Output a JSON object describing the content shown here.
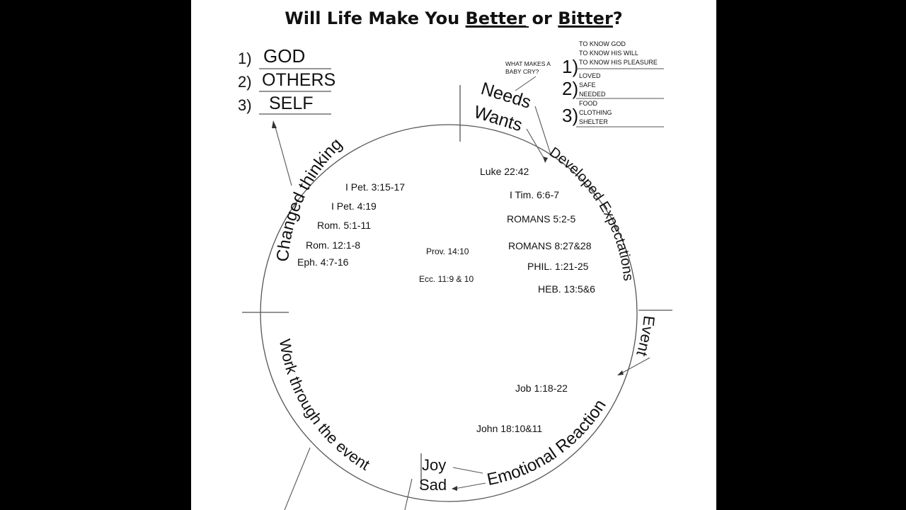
{
  "title": {
    "prefix": "Will Life Make You ",
    "word1": "Better",
    "middle": " or ",
    "word2": "Bitter",
    "suffix": "?"
  },
  "priorities": [
    {
      "num": "1)",
      "text": "GOD"
    },
    {
      "num": "2)",
      "text": "OTHERS"
    },
    {
      "num": "3)",
      "text": "SELF"
    }
  ],
  "baby_question": {
    "line1": "WHAT MAKES A",
    "line2": "BABY CRY?"
  },
  "needs_list": [
    {
      "num": "1)",
      "lines": [
        "TO KNOW GOD",
        "TO KNOW HIS WILL",
        "TO KNOW HIS PLEASURE"
      ]
    },
    {
      "num": "2)",
      "lines": [
        "LOVED",
        "SAFE",
        "NEEDED"
      ]
    },
    {
      "num": "3)",
      "lines": [
        "FOOD",
        "CLOTHING",
        "SHELTER"
      ]
    }
  ],
  "labels": {
    "needs": "Needs",
    "wants": "Wants",
    "joy": "Joy",
    "sad": "Sad"
  },
  "arc_labels": {
    "changed_thinking": "Changed thinking",
    "developed_expectations": "Developed Expectations",
    "event": "Event",
    "emotional_reaction": "Emotional Reaction",
    "work_through": "Work through the event"
  },
  "verses_left": [
    "I Pet. 3:15-17",
    "I Pet. 4:19",
    "Rom. 5:1-11",
    "Rom. 12:1-8",
    "Eph. 4:7-16"
  ],
  "verses_center": [
    "Prov. 14:10",
    "Ecc.  11:9 & 10"
  ],
  "verses_right": [
    "Luke 22:42",
    "I Tim. 6:6-7",
    "ROMANS 5:2-5",
    "ROMANS 8:27&28",
    "PHIL. 1:21-25",
    "HEB. 13:5&6"
  ],
  "verses_bottom": [
    "Job 1:18-22",
    "John 18:10&11"
  ]
}
